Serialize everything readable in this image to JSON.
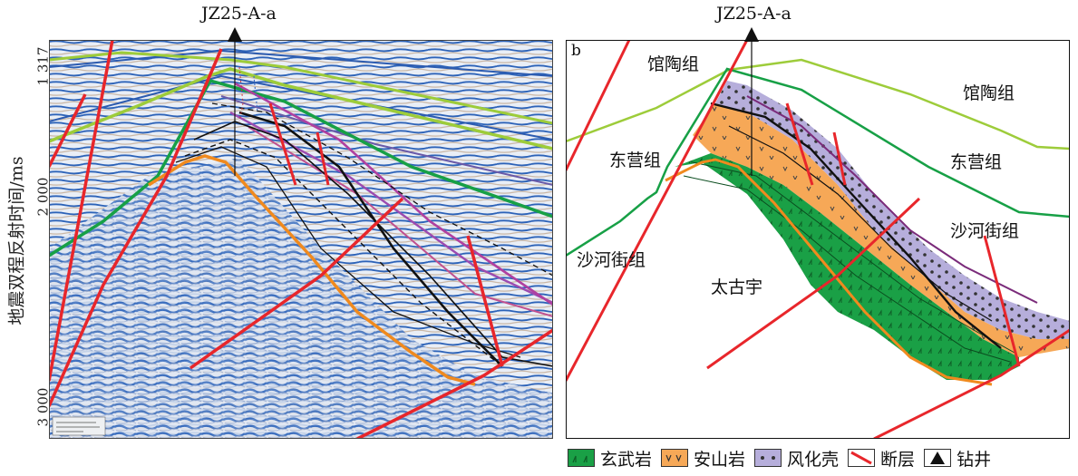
{
  "y_axis": {
    "label": "地震双程反射时间/ms",
    "ticks": [
      "1 317",
      "2 000",
      "3 000"
    ]
  },
  "well_name_left": "JZ25-A-a",
  "well_name_right": "JZ25-A-a",
  "panel_b": {
    "letter": "b",
    "labels": {
      "guantao_left": "馆陶组",
      "guantao_right": "馆陶组",
      "dongying_left": "东营组",
      "dongying_right": "东营组",
      "shahejie_left": "沙河街组",
      "shahejie_right": "沙河街组",
      "taiguyu": "太古宇"
    }
  },
  "legend": {
    "basalt": "玄武岩",
    "andesite": "安山岩",
    "weathering_crust": "风化壳",
    "fault": "断层",
    "drilling_well": "钻井"
  },
  "colors": {
    "basalt": "#1aa046",
    "andesite": "#f6a857",
    "weathering": "#b6aedb",
    "fault": "#e8262b",
    "guantao_line": "#9dcc3a",
    "dongying_line": "#17a046",
    "basement_line": "#f08a1e"
  }
}
